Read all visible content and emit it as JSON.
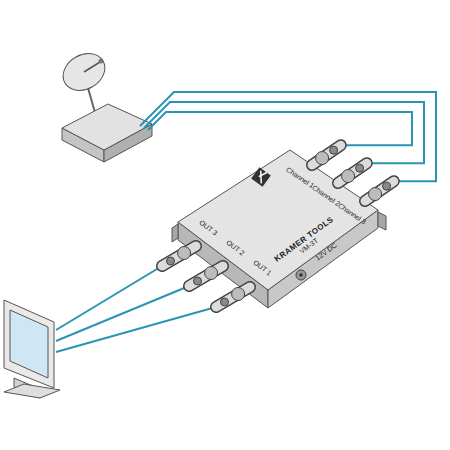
{
  "diagram": {
    "nodes": [
      {
        "text": [
          "KRAMER TOOLS",
          "VM-3T"
        ]
      }
    ],
    "labels": [
      "OUT 3",
      "OUT 2",
      "OUT 1",
      "12V DC",
      "Channel 1",
      "Channel 2",
      "Channel 3"
    ]
  }
}
